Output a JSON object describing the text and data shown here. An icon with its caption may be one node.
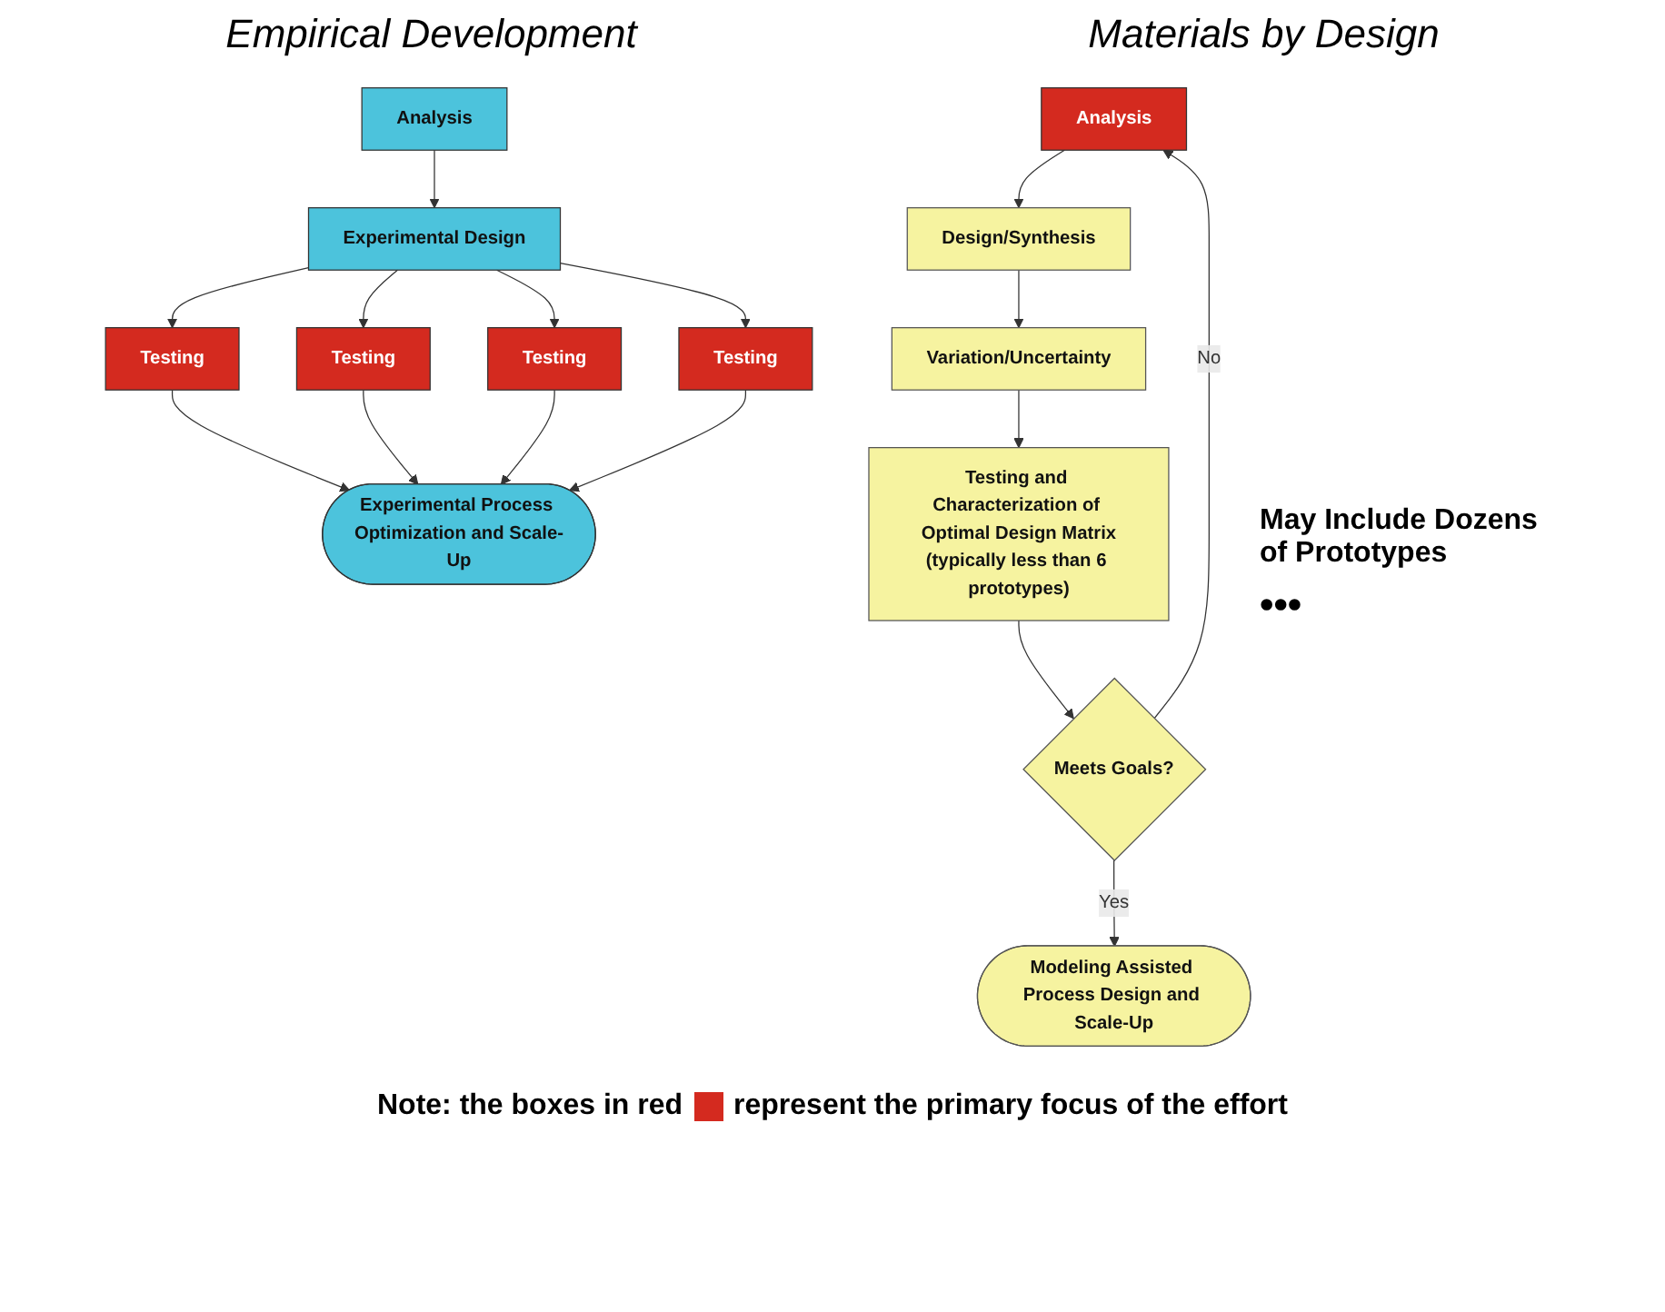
{
  "diagram": {
    "nodes": [
      {
        "text": [
          "Analysis"
        ]
      },
      {
        "text": [
          "Experimental Design"
        ]
      },
      {
        "text": [
          "Testing"
        ]
      },
      {
        "text": [
          "Testing"
        ]
      },
      {
        "text": [
          "Testing"
        ]
      },
      {
        "text": [
          "Testing"
        ]
      },
      {
        "text": [
          "Experimental Process Optimization and Scale-Up"
        ]
      },
      {
        "text": [
          "Analysis"
        ]
      },
      {
        "text": [
          "Design/Synthesis"
        ]
      },
      {
        "text": [
          "Variation/Uncertainty"
        ]
      },
      {
        "text": [
          "Testing and Characterization of Optimal Design Matrix",
          "(typically less than 6 prototypes)"
        ]
      },
      {
        "text": [
          "Meets Goals?"
        ]
      },
      {
        "text": [
          "Modeling Assisted Process Design and Scale-Up"
        ]
      }
    ],
    "edges": [
      {
        "from": 0,
        "to": 1,
        "arrow": "to"
      },
      {
        "from": 1,
        "to": 2,
        "arrow": "to"
      },
      {
        "from": 1,
        "to": 3,
        "arrow": "to"
      },
      {
        "from": 1,
        "to": 4,
        "arrow": "to"
      },
      {
        "from": 1,
        "to": 5,
        "arrow": "to"
      },
      {
        "from": 2,
        "to": 6,
        "arrow": "to"
      },
      {
        "from": 3,
        "to": 6,
        "arrow": "to"
      },
      {
        "from": 4,
        "to": 6,
        "arrow": "to"
      },
      {
        "from": 5,
        "to": 6,
        "arrow": "to"
      },
      {
        "from": 7,
        "to": 8,
        "arrow": "to"
      },
      {
        "from": 8,
        "to": 9,
        "arrow": "to"
      },
      {
        "from": 9,
        "to": 10,
        "arrow": "to"
      },
      {
        "from": 10,
        "to": 11,
        "arrow": "to"
      },
      {
        "from": 11,
        "to": 7,
        "arrow": "to",
        "label": "No"
      },
      {
        "from": 11,
        "to": 12,
        "arrow": "to",
        "label": "Yes"
      }
    ],
    "labels": [
      "Empirical Development",
      "Materials by Design",
      "May Include Dozens of Prototypes",
      "•••",
      "Note: the boxes in red"
    ],
    "legend": [
      {
        "text": "represent the primary focus of the effort",
        "color": "#d42a1f"
      }
    ]
  }
}
